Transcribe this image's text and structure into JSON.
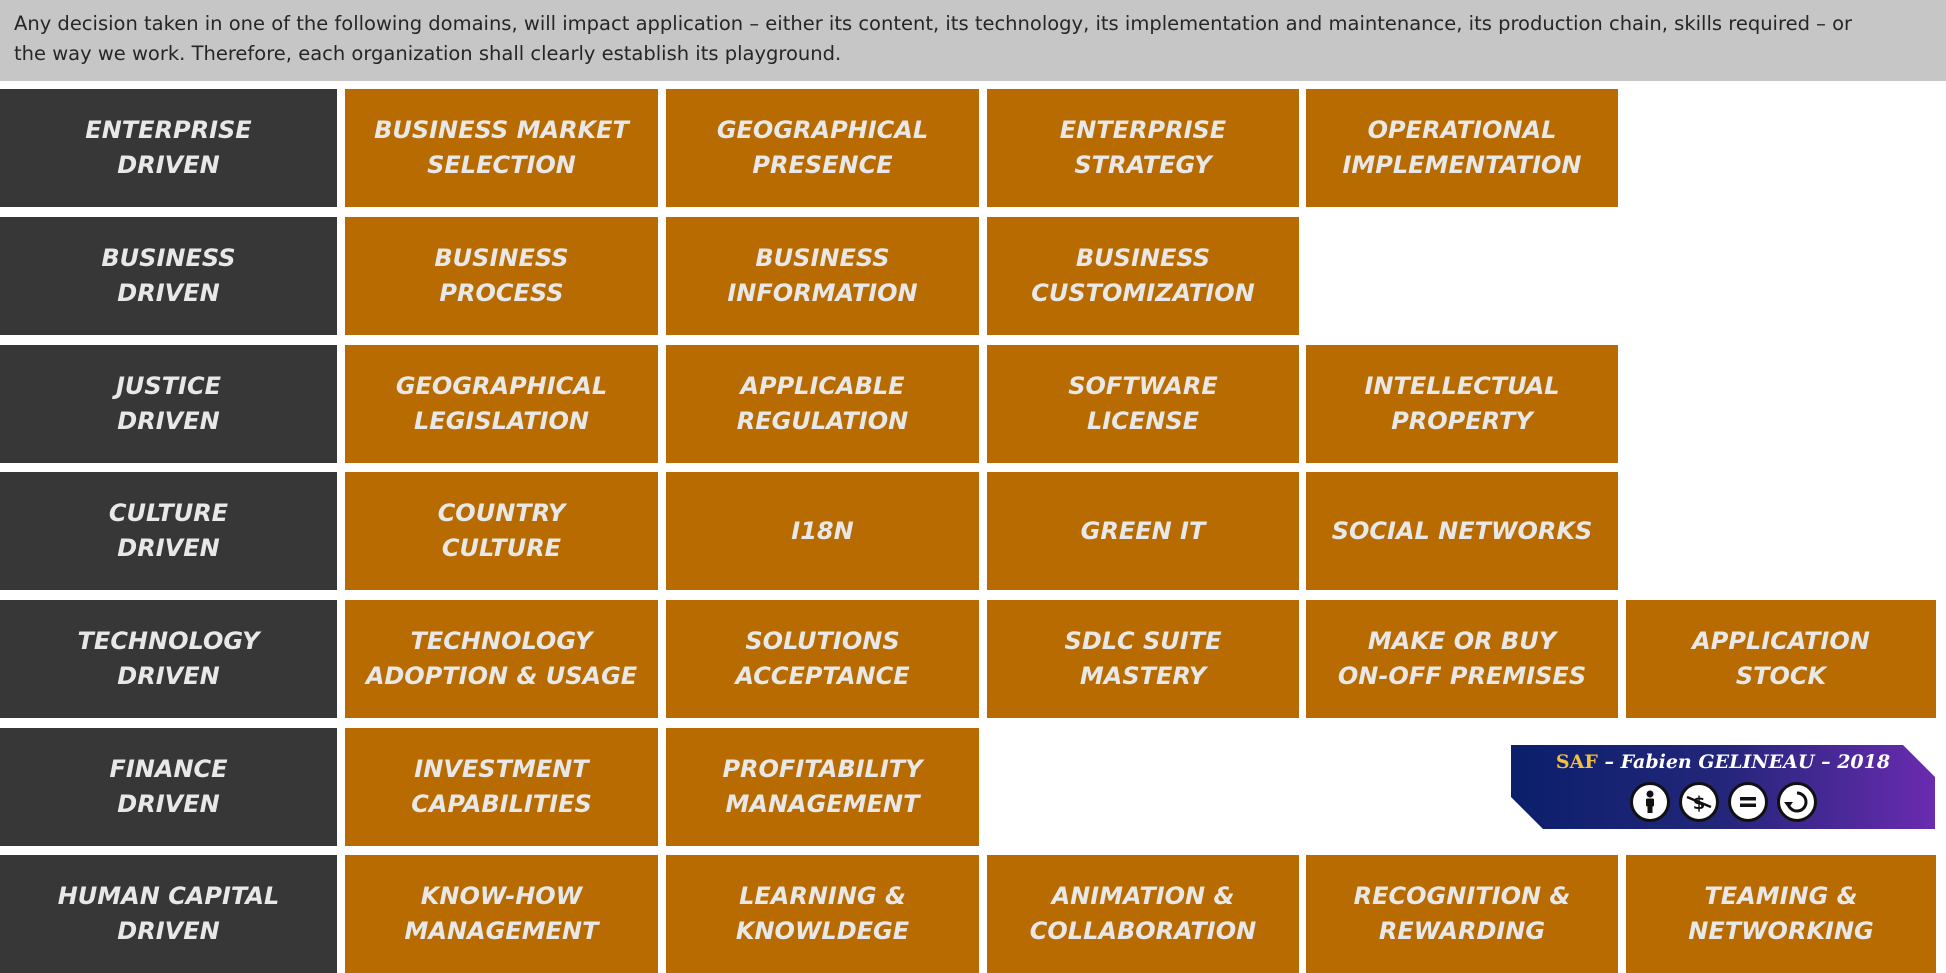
{
  "intro": {
    "line1": "Any decision taken in one of the following domains, will impact application – either its content, its technology, its implementation and maintenance, its production chain, skills required – or",
    "line2": "the way we work. Therefore, each organization shall clearly establish its playground."
  },
  "colors": {
    "dark": "#373737",
    "orange": "#b86b00",
    "text": "#e8e8e8",
    "banner": "#c6c6c6"
  },
  "rows": [
    {
      "label": "ENTERPRISE\nDRIVEN",
      "items": [
        "BUSINESS MARKET\nSELECTION",
        "GEOGRAPHICAL\nPRESENCE",
        "ENTERPRISE\nSTRATEGY",
        "OPERATIONAL\nIMPLEMENTATION"
      ]
    },
    {
      "label": "BUSINESS\nDRIVEN",
      "items": [
        "BUSINESS\nPROCESS",
        "BUSINESS\nINFORMATION",
        "BUSINESS\nCUSTOMIZATION"
      ]
    },
    {
      "label": "JUSTICE\nDRIVEN",
      "items": [
        "GEOGRAPHICAL\nLEGISLATION",
        "APPLICABLE\nREGULATION",
        "SOFTWARE\nLICENSE",
        "INTELLECTUAL\nPROPERTY"
      ]
    },
    {
      "label": "CULTURE\nDRIVEN",
      "items": [
        "COUNTRY\nCULTURE",
        "I18N",
        "GREEN IT",
        "SOCIAL NETWORKS"
      ]
    },
    {
      "label": "TECHNOLOGY\nDRIVEN",
      "items": [
        "TECHNOLOGY\nADOPTION & USAGE",
        "SOLUTIONS\nACCEPTANCE",
        "SDLC SUITE\nMASTERY",
        "MAKE OR BUY\nON-OFF PREMISES",
        "APPLICATION\nSTOCK"
      ]
    },
    {
      "label": "FINANCE\nDRIVEN",
      "items": [
        "INVESTMENT\nCAPABILITIES",
        "PROFITABILITY\nMANAGEMENT"
      ]
    },
    {
      "label": "HUMAN CAPITAL\nDRIVEN",
      "items": [
        "KNOW-HOW\nMANAGEMENT",
        "LEARNING &\nKNOWLDEGE",
        "ANIMATION &\nCOLLABORATION",
        "RECOGNITION &\nREWARDING",
        "TEAMING &\nNETWORKING"
      ]
    }
  ],
  "badge": {
    "saf": "SAF",
    "author": " – Fabien GELINEAU – 2018",
    "icons": [
      "cc-by-icon",
      "cc-nc-icon",
      "cc-nd-icon",
      "cc-sa-icon"
    ]
  }
}
